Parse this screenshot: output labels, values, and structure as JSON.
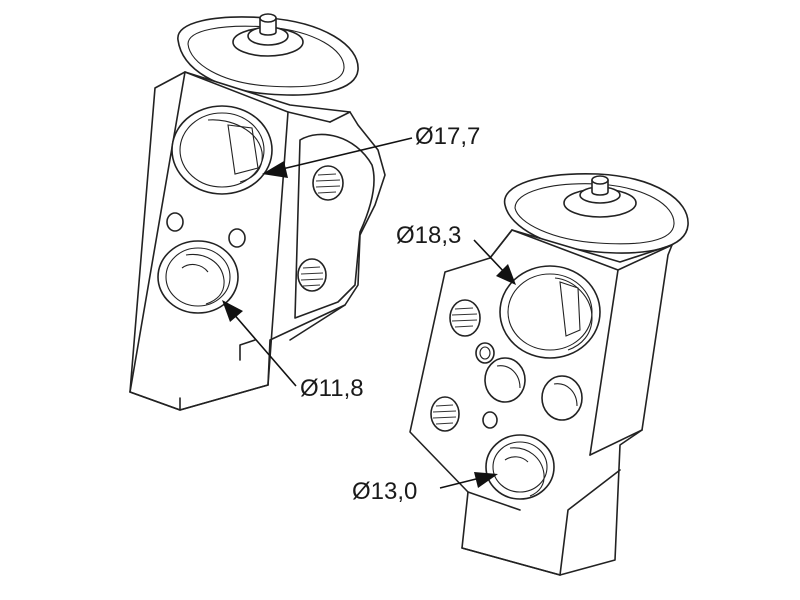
{
  "callouts": [
    {
      "id": "d17",
      "text": "Ø17,7"
    },
    {
      "id": "d11",
      "text": "Ø11,8"
    },
    {
      "id": "d18",
      "text": "Ø18,3"
    },
    {
      "id": "d13",
      "text": "Ø13,0"
    }
  ],
  "colors": {
    "line": "#222222",
    "background": "#ffffff"
  }
}
